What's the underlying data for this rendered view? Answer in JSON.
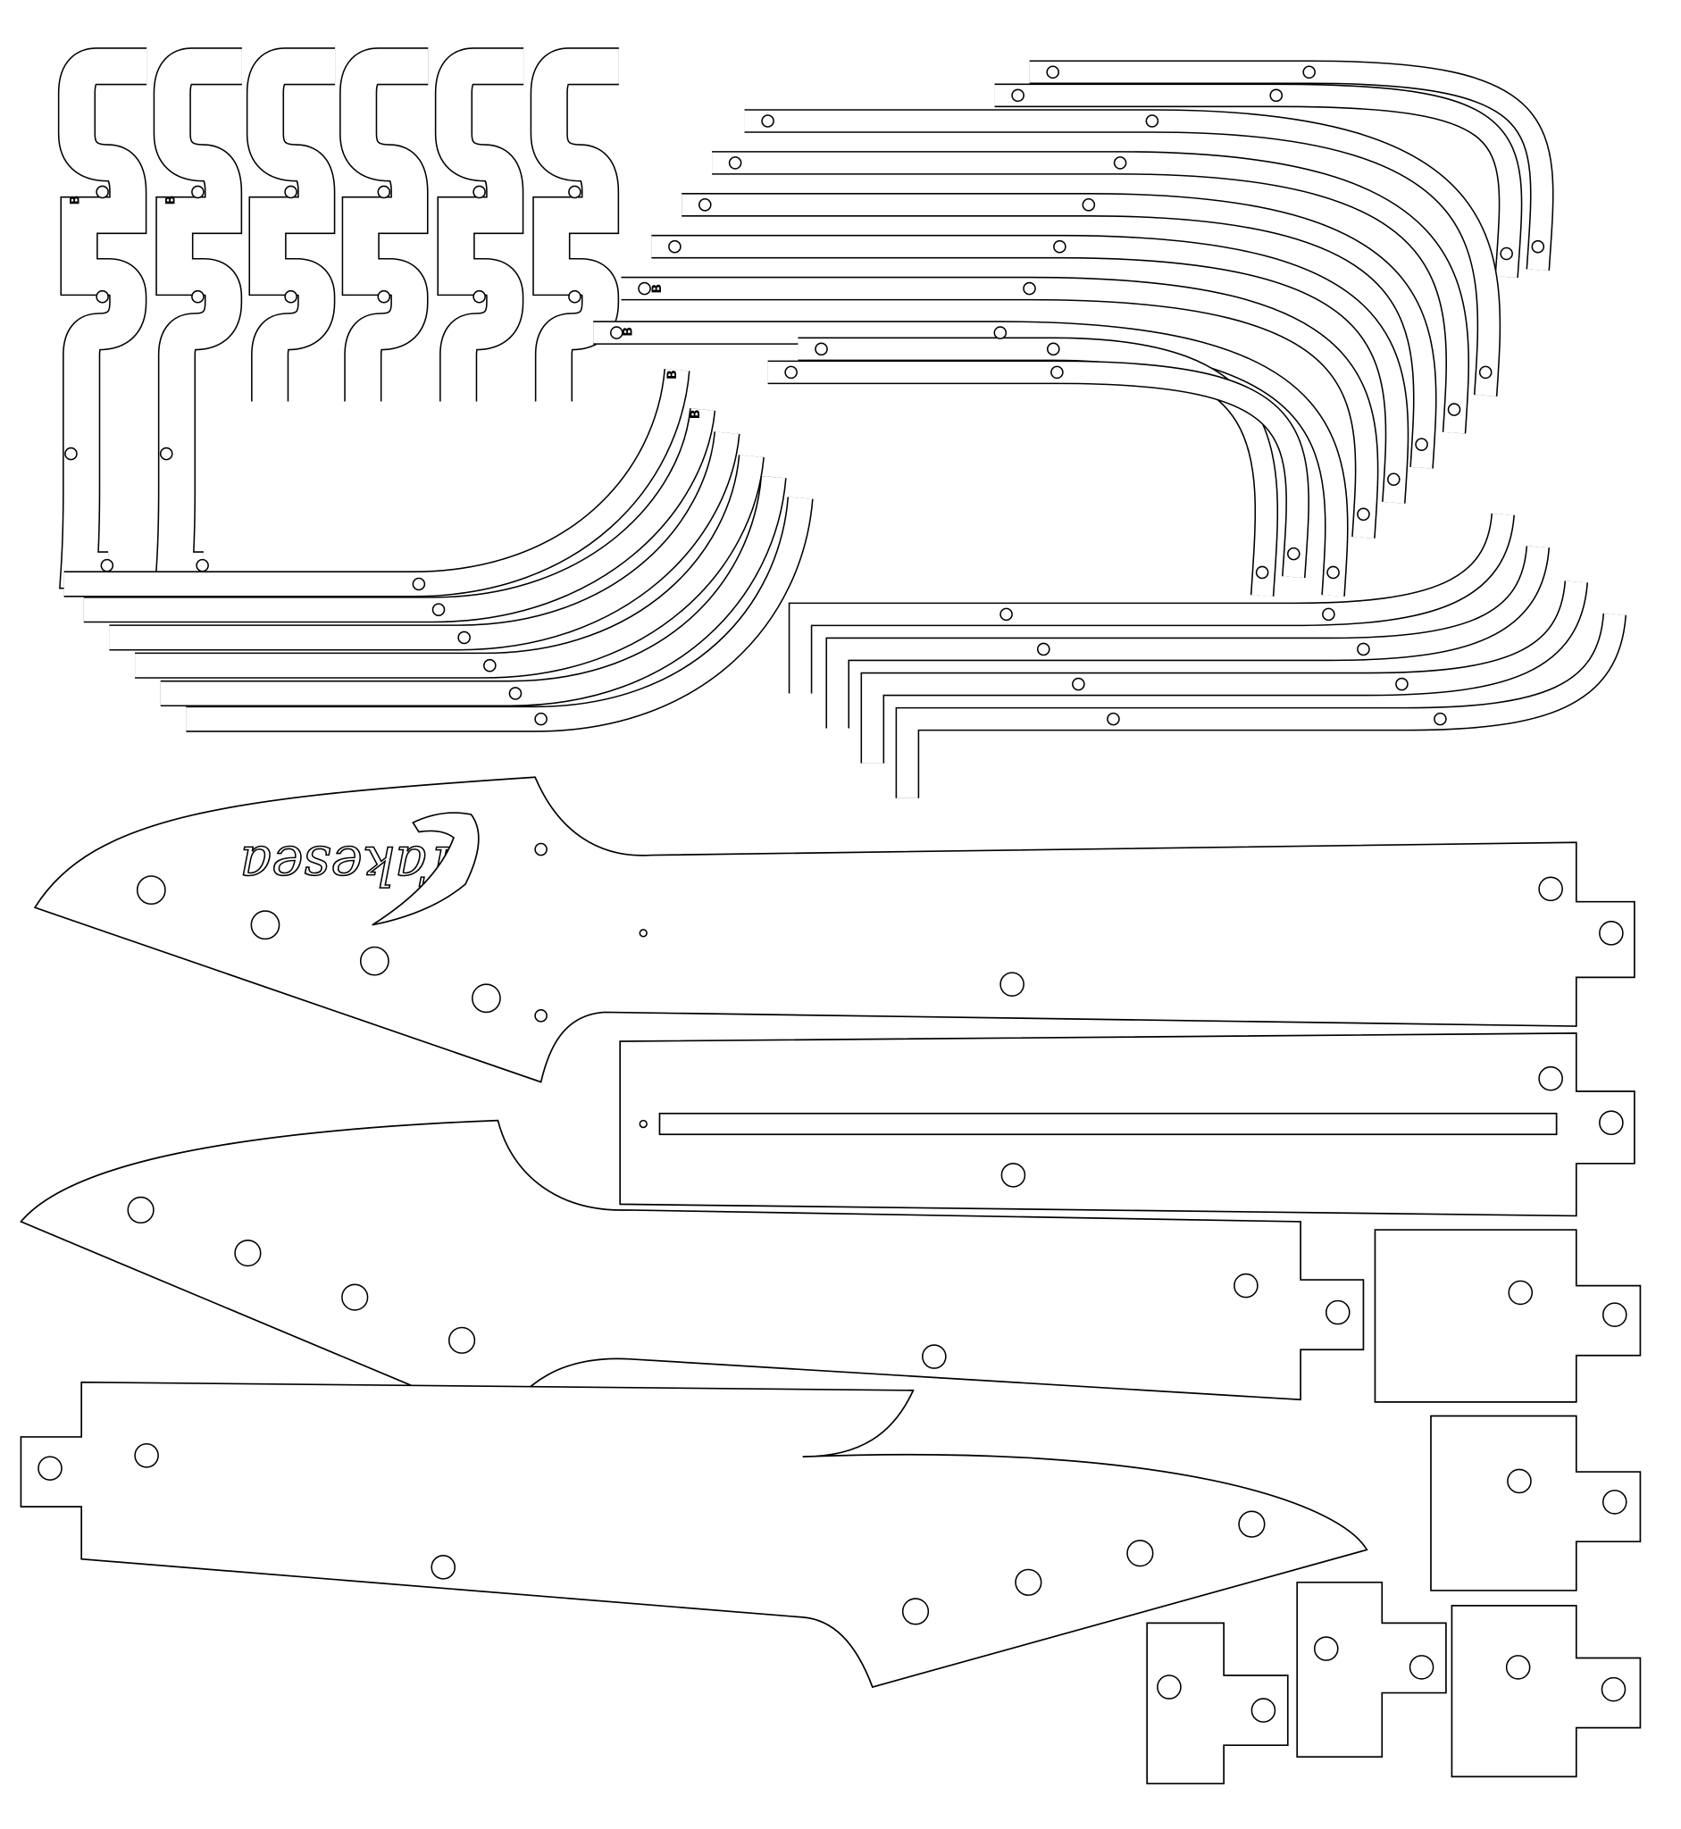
{
  "logo": {
    "text": "Takesea"
  },
  "part_marks": [
    "B",
    "B",
    "B",
    "B",
    "B",
    "B"
  ],
  "colors": {
    "line": "#000000",
    "background": "#ffffff"
  }
}
